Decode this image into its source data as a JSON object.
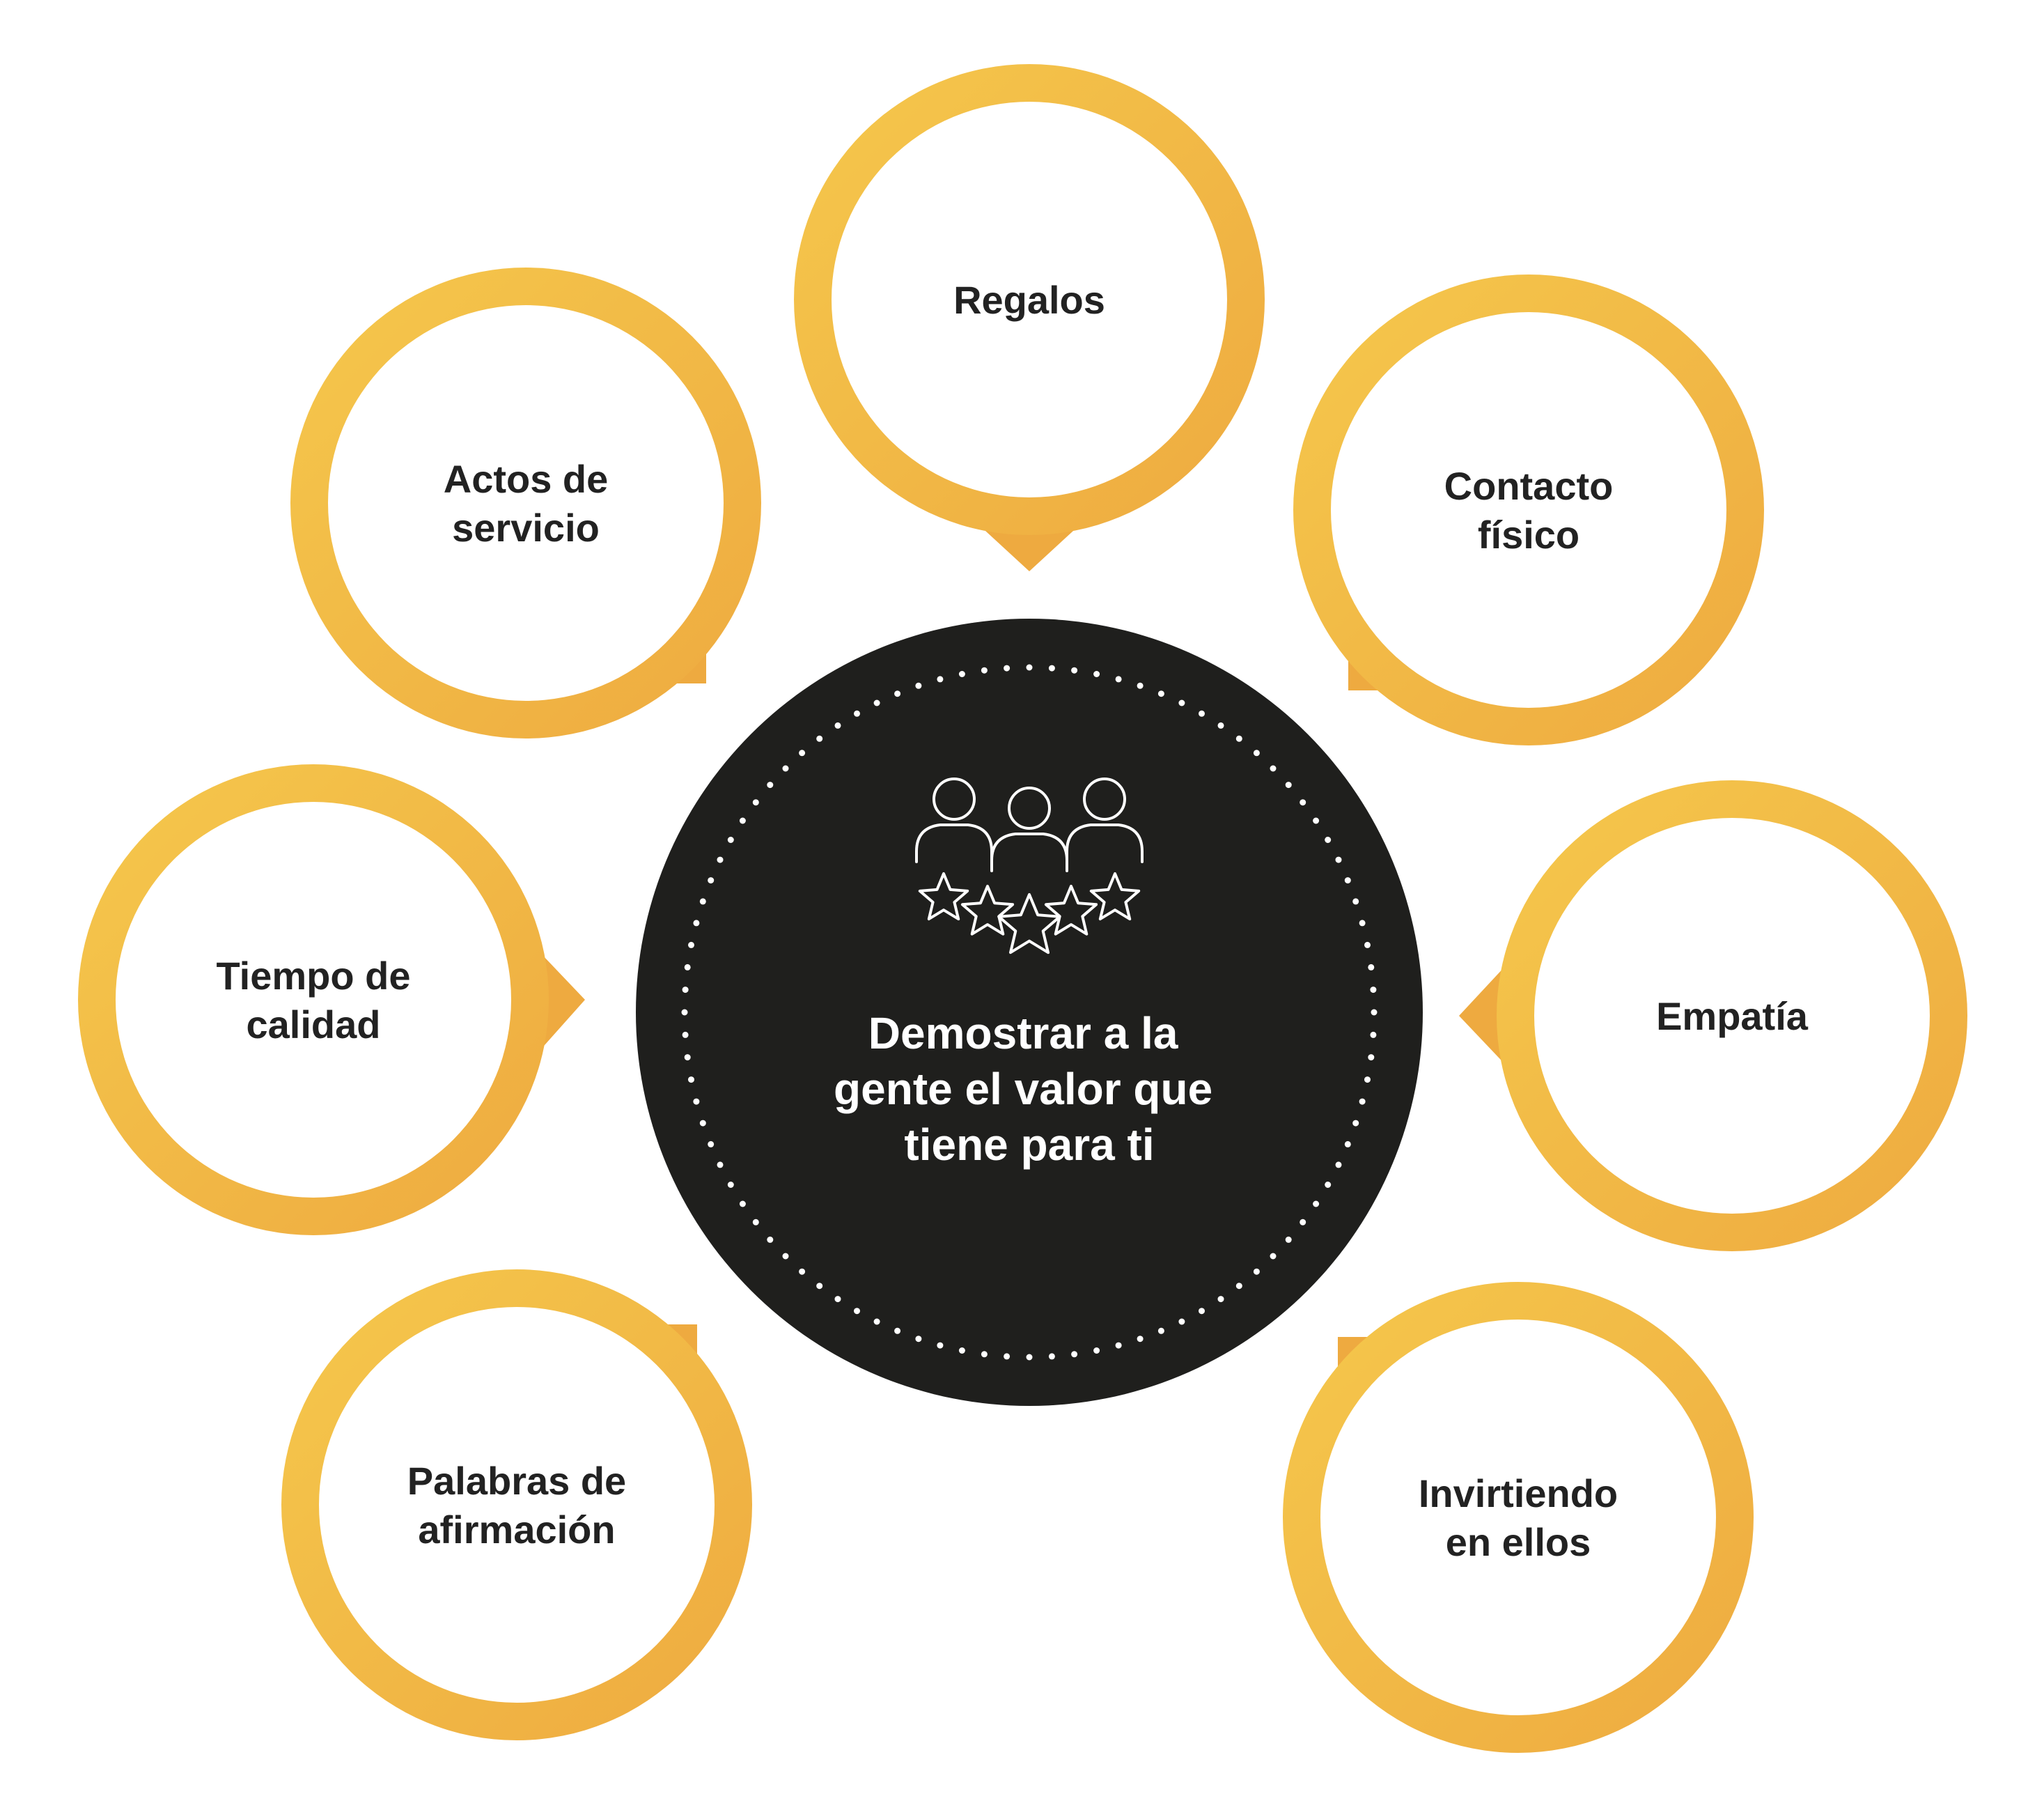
{
  "center": {
    "title_lines": [
      "Demostrar a la",
      "gente el valor que",
      "tiene para ti"
    ],
    "icon": "people-rating-stars-icon",
    "fill_color": "#1f1f1d",
    "dot_color": "#ffffff"
  },
  "nodes": [
    {
      "id": "regalos",
      "lines": [
        "Regalos"
      ]
    },
    {
      "id": "contacto-fisico",
      "lines": [
        "Contacto",
        "físico"
      ]
    },
    {
      "id": "empatia",
      "lines": [
        "Empatía"
      ]
    },
    {
      "id": "invirtiendo-en-ellos",
      "lines": [
        "Invirtiendo",
        "en ellos"
      ]
    },
    {
      "id": "palabras-de-afirmacion",
      "lines": [
        "Palabras de",
        "afirmación"
      ]
    },
    {
      "id": "tiempo-de-calidad",
      "lines": [
        "Tiempo de",
        "calidad"
      ]
    },
    {
      "id": "actos-de-servicio",
      "lines": [
        "Actos de",
        "servicio"
      ]
    }
  ],
  "colors": {
    "ring_light": "#f5c84c",
    "ring_dark": "#eeaa40",
    "text": "#222222"
  }
}
